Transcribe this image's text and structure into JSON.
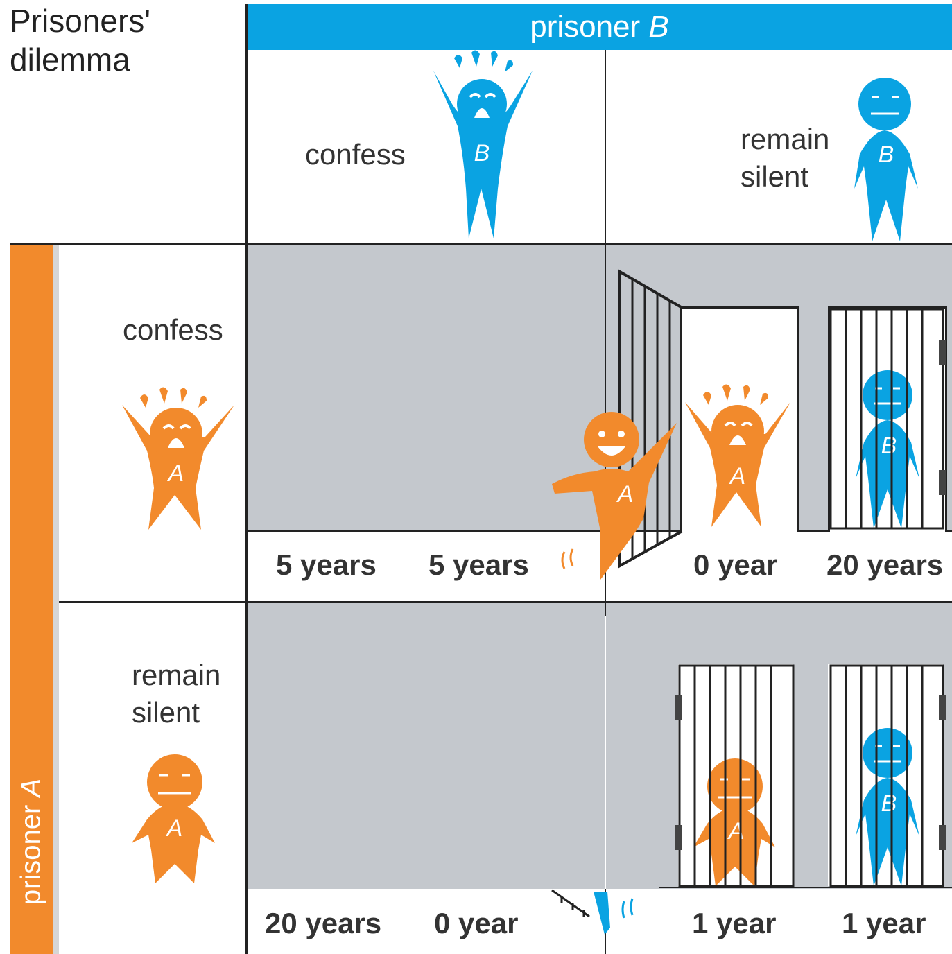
{
  "title": [
    "Prisoners'",
    "dilemma"
  ],
  "prisoner_b": {
    "label": "prisoner ",
    "letter": "B"
  },
  "prisoner_a": {
    "label": "prisoner ",
    "letter": "A"
  },
  "b_options": {
    "confess": "confess",
    "silent_1": "remain",
    "silent_2": "silent"
  },
  "a_options": {
    "confess": "confess",
    "silent_1": "remain",
    "silent_2": "silent"
  },
  "figure_letters": {
    "a": "A",
    "b": "B"
  },
  "payoffs": {
    "confess_confess": {
      "a": "5 years",
      "b": "5 years"
    },
    "confess_silent": {
      "a": "0 year",
      "b": "20 years"
    },
    "silent_confess": {
      "a": "20 years",
      "b": "0 year"
    },
    "silent_silent": {
      "a": "1 year",
      "b": "1 year"
    }
  },
  "colors": {
    "blue": "#0aa3e2",
    "orange": "#f28a2c",
    "gray": "#c4c8cd",
    "shadow": "#cfcfcf"
  }
}
